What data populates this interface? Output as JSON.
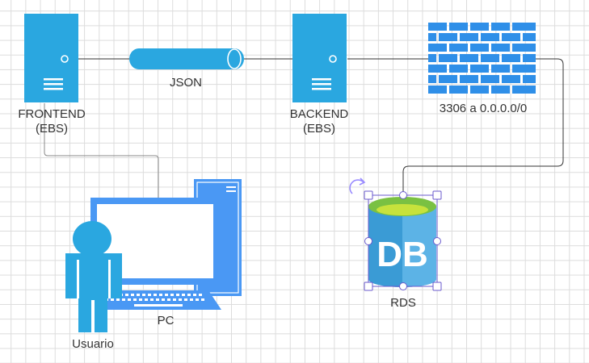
{
  "nodes": {
    "frontend": {
      "line1": "FRONTEND",
      "line2": "(EBS)"
    },
    "json_pipe": {
      "label": "JSON"
    },
    "backend": {
      "line1": "BACKEND",
      "line2": "(EBS)"
    },
    "firewall": {
      "label": "3306 a 0.0.0.0/0"
    },
    "rds": {
      "label": "RDS",
      "icon_text": "DB"
    },
    "pc": {
      "label": "PC"
    },
    "user": {
      "label": "Usuario"
    }
  },
  "colors": {
    "server": "#2aa7e0",
    "firewall": "#2f8fe8",
    "pc": "#4a98f4",
    "db_body": "#3a9bd5",
    "db_top": "#7ac142",
    "selection": "#6a5acd"
  }
}
